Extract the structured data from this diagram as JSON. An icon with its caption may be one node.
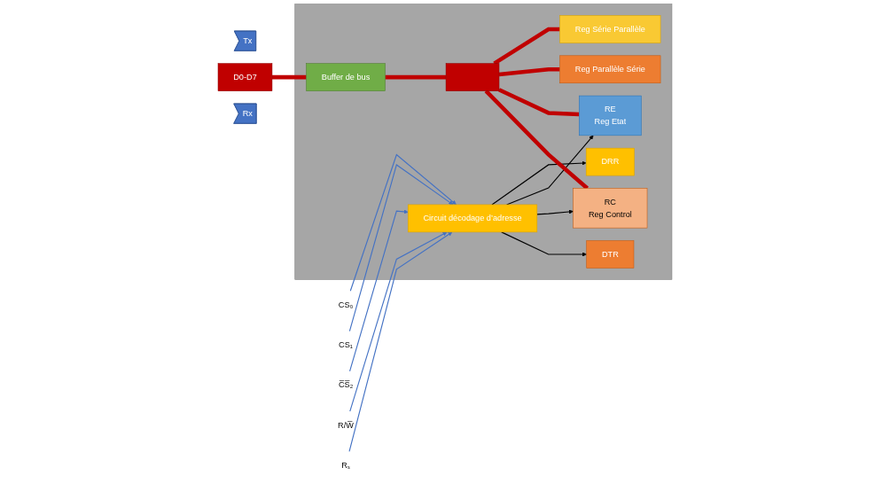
{
  "diagram": {
    "nodes": [
      {
        "text": [],
        "shape": "box"
      },
      {
        "text": [
          "CS₀"
        ]
      },
      {
        "text": [
          "CS₁"
        ]
      },
      {
        "text": [
          "C̅S̅₂"
        ]
      },
      {
        "text": [
          "R/W̅"
        ]
      },
      {
        "text": [
          "Rₛ"
        ]
      },
      {
        "text": [
          "Circuit décodage d’adresse"
        ],
        "in": 0
      },
      {
        "text": [
          "DTR"
        ],
        "in": 0
      },
      {
        "text": [
          "Reg Parallèle Série"
        ],
        "in": 0
      },
      {
        "text": [
          "Tx"
        ]
      },
      {
        "text": [
          "RC",
          "Reg Control"
        ],
        "in": 0
      },
      {
        "text": [
          "D0-D7"
        ]
      },
      {
        "text": [
          "Buffer de bus"
        ],
        "in": 0
      },
      {
        "text": [],
        "shape": "bar",
        "in": 0
      },
      {
        "text": [
          "RE",
          "Reg Etat"
        ],
        "in": 0
      },
      {
        "text": [
          "DRR"
        ],
        "in": 0
      },
      {
        "text": [
          "Reg Série Parallèle"
        ],
        "in": 0
      },
      {
        "text": [
          "Rx"
        ]
      }
    ],
    "edges": [
      {
        "from": 1,
        "to": 6,
        "arrow": "to",
        "color": "#4472c4"
      },
      {
        "from": 2,
        "to": 6,
        "arrow": "to",
        "color": "#4472c4"
      },
      {
        "from": 3,
        "to": 6,
        "arrow": "to",
        "color": "#4472c4"
      },
      {
        "from": 4,
        "to": 6,
        "arrow": "to",
        "color": "#4472c4"
      },
      {
        "from": 5,
        "to": 6,
        "arrow": "to",
        "color": "#4472c4"
      },
      {
        "from": 6,
        "to": 7,
        "arrow": "to",
        "color": "#000000"
      },
      {
        "from": 6,
        "to": 10,
        "arrow": "to",
        "color": "#000000"
      },
      {
        "from": 6,
        "to": 14,
        "arrow": "to",
        "color": "#000000"
      },
      {
        "from": 6,
        "to": 15,
        "arrow": "to",
        "color": "#000000"
      },
      {
        "from": 11,
        "to": 12,
        "arrow": "none",
        "style": "thick",
        "color": "#c00000"
      },
      {
        "from": 12,
        "to": 13,
        "arrow": "none",
        "style": "thick",
        "color": "#c00000"
      },
      {
        "from": 13,
        "to": 10,
        "arrow": "none",
        "style": "thick",
        "color": "#c00000"
      },
      {
        "from": 13,
        "to": 14,
        "arrow": "none",
        "style": "thick",
        "color": "#c00000"
      },
      {
        "from": 13,
        "to": 8,
        "arrow": "none",
        "style": "thick",
        "color": "#c00000"
      },
      {
        "from": 13,
        "to": 16,
        "arrow": "none",
        "style": "thick",
        "color": "#c00000"
      }
    ]
  }
}
